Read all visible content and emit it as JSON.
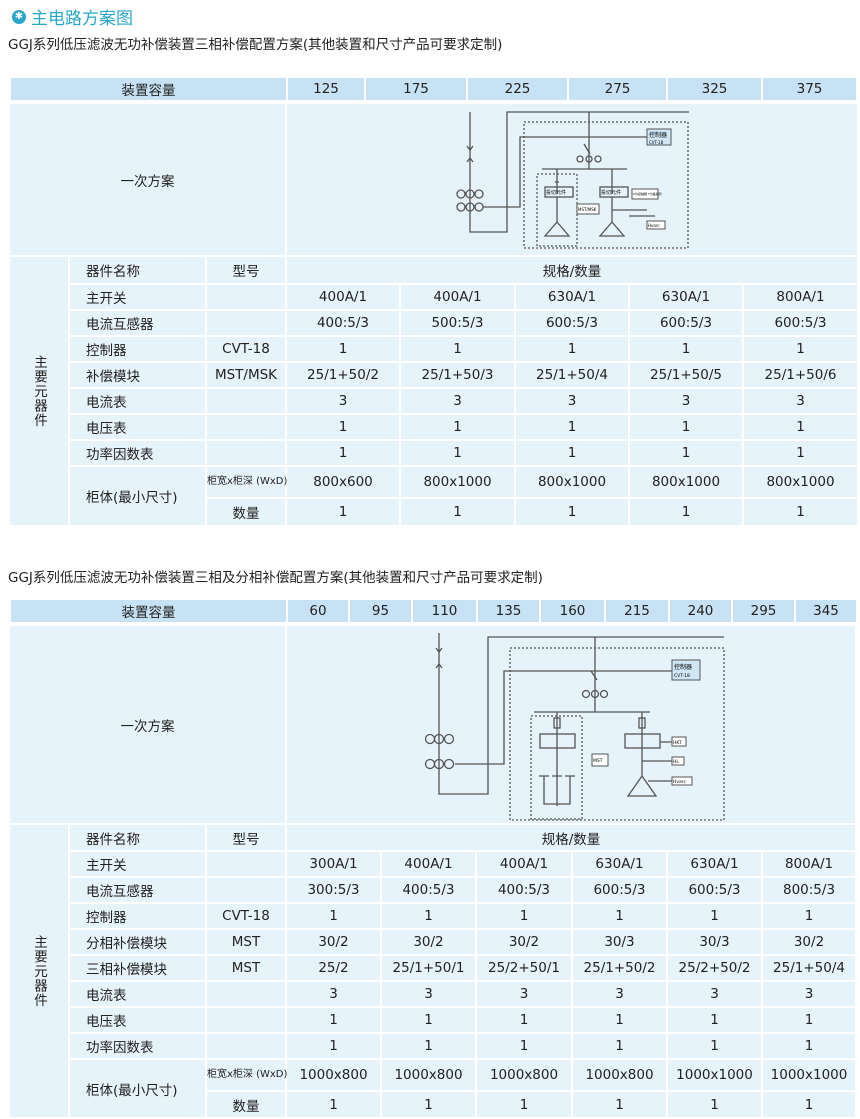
{
  "section_title": "主电路方案图",
  "table1": {
    "title": "GGJ系列低压滤波无功补偿装置三相补偿配置方案(其他装置和尺寸产品可要求定制)",
    "capacity_label": "装置容量",
    "capacities": [
      "125",
      "175",
      "225",
      "275",
      "325",
      "375"
    ],
    "scheme_label": "一次方案",
    "diagram": {
      "controller": "控制器",
      "controller_model": "CVT-18",
      "switch_elem": "投切元件",
      "module": "MST/MSK",
      "temp": "K为接触器 T为晶闸管",
      "hvarc": "Hvarc"
    },
    "group_label": "主要元器件",
    "headers": {
      "name": "器件名称",
      "model": "型号",
      "spec": "规格/数量"
    },
    "rows": [
      {
        "name": "主开关",
        "model": "",
        "values": [
          "400A/1",
          "400A/1",
          "630A/1",
          "630A/1",
          "800A/1"
        ]
      },
      {
        "name": "电流互感器",
        "model": "",
        "values": [
          "400:5/3",
          "500:5/3",
          "600:5/3",
          "600:5/3",
          "600:5/3"
        ]
      },
      {
        "name": "控制器",
        "model": "CVT-18",
        "values": [
          "1",
          "1",
          "1",
          "1",
          "1"
        ]
      },
      {
        "name": "补偿模块",
        "model": "MST/MSK",
        "values": [
          "25/1+50/2",
          "25/1+50/3",
          "25/1+50/4",
          "25/1+50/5",
          "25/1+50/6"
        ]
      },
      {
        "name": "电流表",
        "model": "",
        "values": [
          "3",
          "3",
          "3",
          "3",
          "3"
        ]
      },
      {
        "name": "电压表",
        "model": "",
        "values": [
          "1",
          "1",
          "1",
          "1",
          "1"
        ]
      },
      {
        "name": "功率因数表",
        "model": "",
        "values": [
          "1",
          "1",
          "1",
          "1",
          "1"
        ]
      }
    ],
    "cabinet": {
      "name": "柜体(最小尺寸)",
      "size_label": "柜宽x柜深 (WxD)",
      "size_values": [
        "800x600",
        "800x1000",
        "800x1000",
        "800x1000",
        "800x1000"
      ],
      "qty_label": "数量",
      "qty_values": [
        "1",
        "1",
        "1",
        "1",
        "1"
      ]
    }
  },
  "table2": {
    "title": "GGJ系列低压滤波无功补偿装置三相及分相补偿配置方案(其他装置和尺寸产品可要求定制)",
    "capacity_label": "装置容量",
    "capacities": [
      "60",
      "95",
      "110",
      "135",
      "160",
      "215",
      "240",
      "295",
      "345"
    ],
    "scheme_label": "一次方案",
    "diagram": {
      "controller": "控制器",
      "controller_model": "CVT-18",
      "module": "MST",
      "hkt": "HKT",
      "hl": "HL",
      "hvarc": "Hvarc"
    },
    "group_label": "主要元器件",
    "headers": {
      "name": "器件名称",
      "model": "型号",
      "spec": "规格/数量"
    },
    "rows": [
      {
        "name": "主开关",
        "model": "",
        "values": [
          "300A/1",
          "400A/1",
          "400A/1",
          "630A/1",
          "630A/1",
          "800A/1"
        ]
      },
      {
        "name": "电流互感器",
        "model": "",
        "values": [
          "300:5/3",
          "400:5/3",
          "400:5/3",
          "600:5/3",
          "600:5/3",
          "800:5/3"
        ]
      },
      {
        "name": "控制器",
        "model": "CVT-18",
        "values": [
          "1",
          "1",
          "1",
          "1",
          "1",
          "1"
        ]
      },
      {
        "name": "分相补偿模块",
        "model": "MST",
        "values": [
          "30/2",
          "30/2",
          "30/2",
          "30/3",
          "30/3",
          "30/2"
        ]
      },
      {
        "name": "三相补偿模块",
        "model": "MST",
        "values": [
          "25/2",
          "25/1+50/1",
          "25/2+50/1",
          "25/1+50/2",
          "25/2+50/2",
          "25/1+50/4"
        ]
      },
      {
        "name": "电流表",
        "model": "",
        "values": [
          "3",
          "3",
          "3",
          "3",
          "3",
          "3"
        ]
      },
      {
        "name": "电压表",
        "model": "",
        "values": [
          "1",
          "1",
          "1",
          "1",
          "1",
          "1"
        ]
      },
      {
        "name": "功率因数表",
        "model": "",
        "values": [
          "1",
          "1",
          "1",
          "1",
          "1",
          "1"
        ]
      }
    ],
    "cabinet": {
      "name": "柜体(最小尺寸)",
      "size_label": "柜宽x柜深 (WxD)",
      "size_values": [
        "1000x800",
        "1000x800",
        "1000x800",
        "1000x800",
        "1000x1000",
        "1000x1000"
      ],
      "qty_label": "数量",
      "qty_values": [
        "1",
        "1",
        "1",
        "1",
        "1",
        "1"
      ]
    }
  }
}
